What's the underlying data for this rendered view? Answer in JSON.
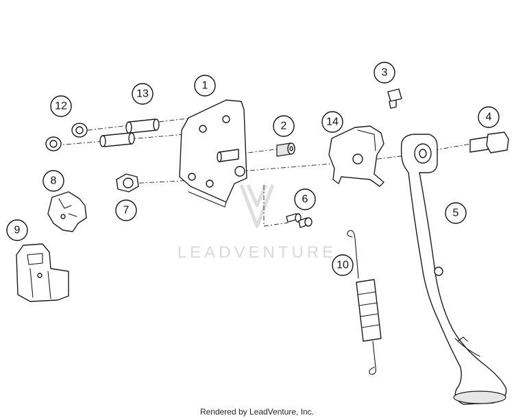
{
  "callouts": [
    "1",
    "2",
    "3",
    "4",
    "5",
    "6",
    "7",
    "8",
    "9",
    "10",
    "12",
    "13",
    "14"
  ],
  "watermark": "LEADVENTURE",
  "footer": "Rendered by LeadVenture, Inc."
}
